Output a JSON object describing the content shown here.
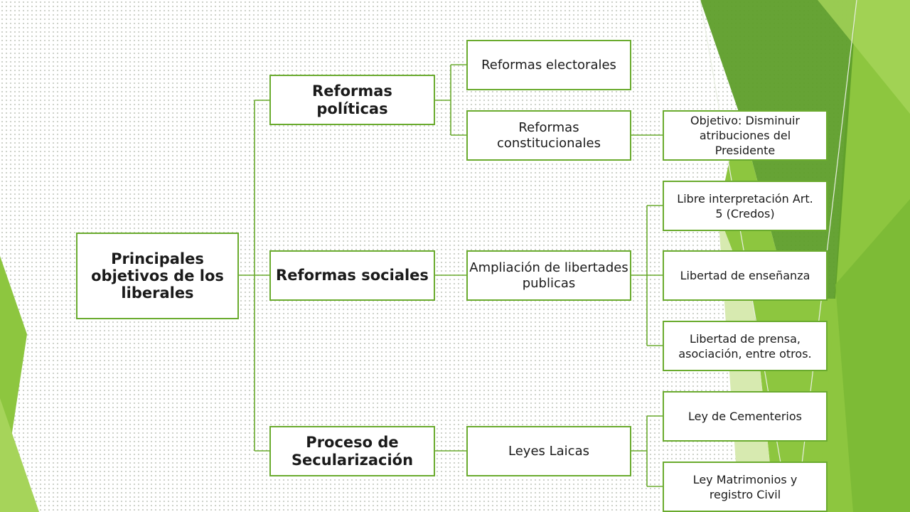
{
  "colors": {
    "accent": "#6aab2e",
    "lime": "#8dc63f",
    "dark_green": "#4e8a1f",
    "pale_green": "#d7eab0"
  },
  "root": {
    "label": "Principales objetivos de los liberales"
  },
  "branches": [
    {
      "label": "Reformas políticas",
      "children": [
        {
          "label": "Reformas electorales",
          "children": []
        },
        {
          "label": "Reformas constitucionales",
          "children": [
            {
              "label": "Objetivo: Disminuir atribuciones del Presidente"
            }
          ]
        }
      ]
    },
    {
      "label": "Reformas sociales",
      "children": [
        {
          "label": "Ampliación de libertades publicas",
          "children": [
            {
              "label": "Libre interpretación Art. 5 (Credos)"
            },
            {
              "label": "Libertad de enseñanza"
            },
            {
              "label": "Libertad de prensa, asociación, entre otros."
            }
          ]
        }
      ]
    },
    {
      "label": "Proceso de Secularización",
      "children": [
        {
          "label": "Leyes Laicas",
          "children": [
            {
              "label": "Ley de Cementerios"
            },
            {
              "label": "Ley Matrimonios y registro Civil"
            }
          ]
        }
      ]
    }
  ]
}
